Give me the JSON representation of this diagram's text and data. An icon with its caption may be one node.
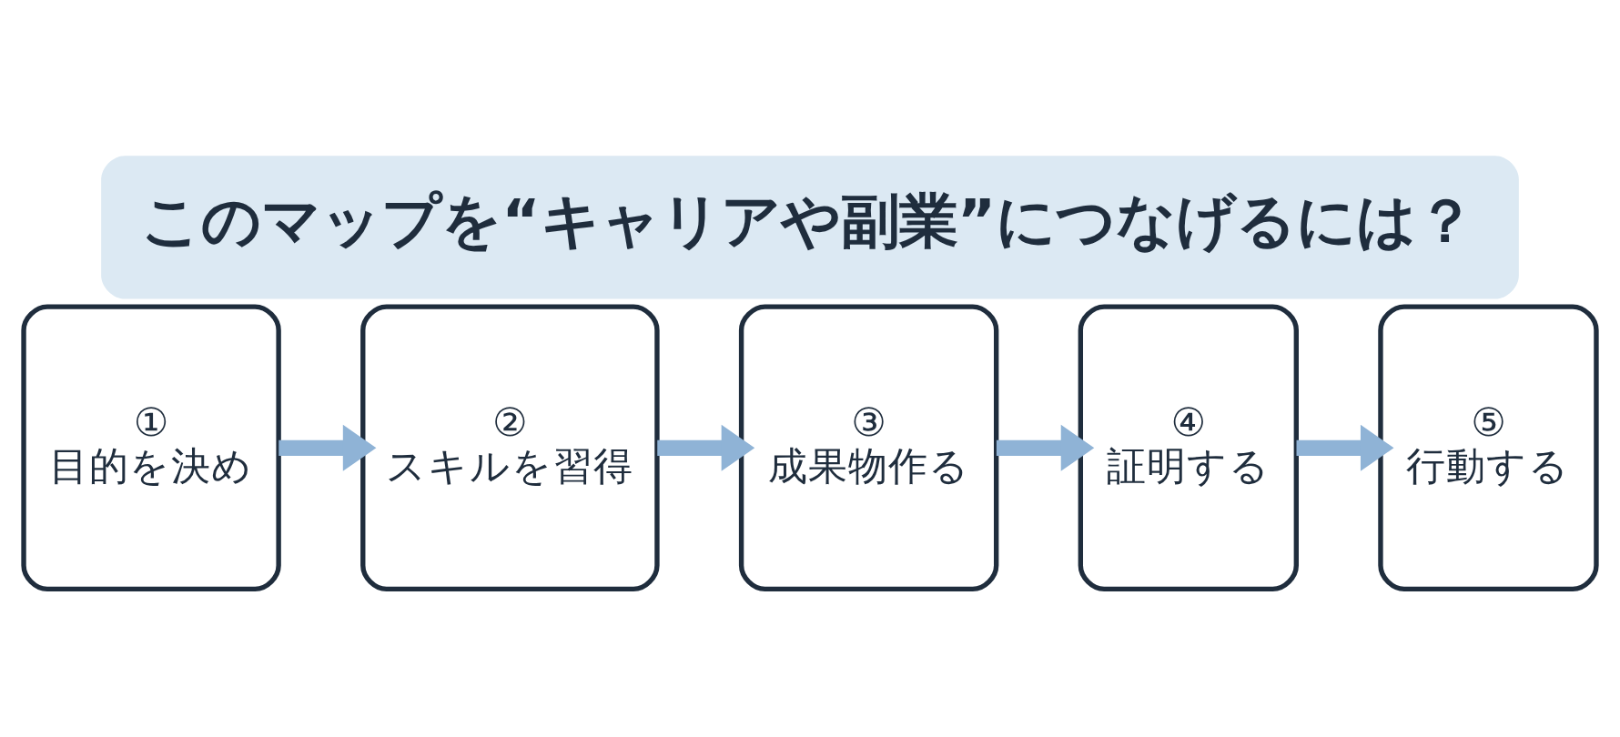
{
  "diagram": {
    "title": "このマップを“キャリアや副業”につなげるには？",
    "nodes": [
      {
        "text": [
          "①",
          "目的を決め"
        ]
      },
      {
        "text": [
          "②",
          "スキルを習得"
        ]
      },
      {
        "text": [
          "③",
          "成果物作る"
        ]
      },
      {
        "text": [
          "④",
          "証明する"
        ]
      },
      {
        "text": [
          "⑤",
          "行動する"
        ]
      }
    ],
    "edges": [
      {
        "from": 0,
        "to": 1,
        "arrow": "to"
      },
      {
        "from": 1,
        "to": 2,
        "arrow": "to"
      },
      {
        "from": 2,
        "to": 3,
        "arrow": "to"
      },
      {
        "from": 3,
        "to": 4,
        "arrow": "to"
      }
    ]
  }
}
